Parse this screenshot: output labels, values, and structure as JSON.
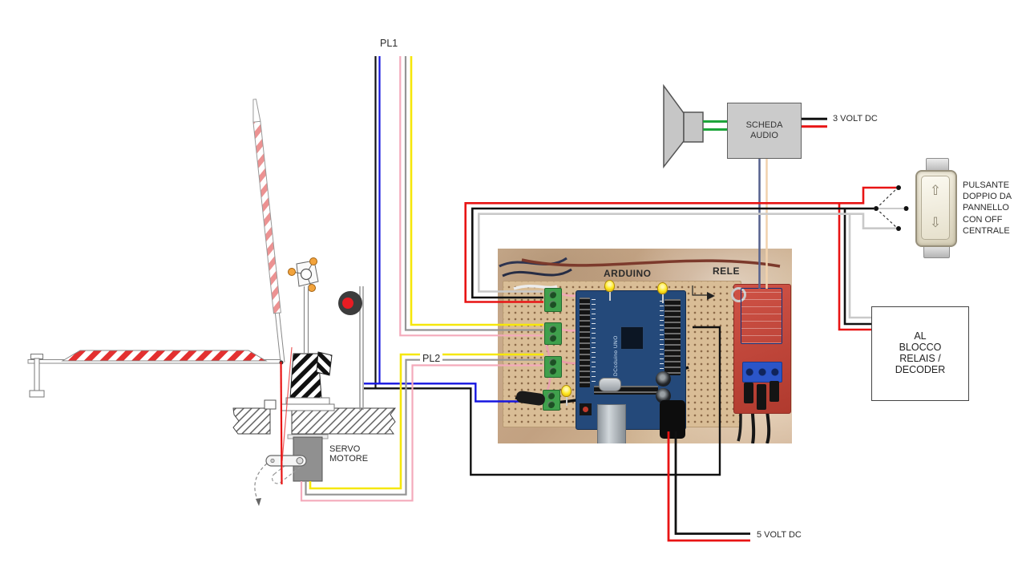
{
  "labels": {
    "pl1": "PL1",
    "pl2": "PL2",
    "audio_board": "SCHEDA\nAUDIO",
    "supply_3v": "3 VOLT DC",
    "supply_5v": "5 VOLT DC",
    "panel_button": "PULSANTE\nDOPPIO DA\nPANNELLO\nCON OFF\nCENTRALE",
    "block_decoder": "AL\nBLOCCO\nRELAIS /\nDECODER",
    "servo": "SERVO\nMOTORE",
    "arduino": "ARDUINO",
    "relay": "RELE",
    "arduino_silk": "DCcduino UNO"
  },
  "icons": {
    "button_up_glyph": "⇧",
    "button_down_glyph": "⇩"
  },
  "colors": {
    "wire_red": "#e81414",
    "wire_black": "#111111",
    "wire_gray": "#949494",
    "wire_lightgray": "#c9c9c9",
    "wire_blue": "#1616e0",
    "wire_yellow": "#f6e70a",
    "wire_pink": "#f4aabb",
    "wire_green": "#1da53a",
    "audio_navy": "#56628e",
    "audio_peach": "#f1d2ad",
    "barrier_red": "#e33030",
    "barrier_pale_red": "#ec9292",
    "signal_lamp_red": "#e81c23"
  }
}
